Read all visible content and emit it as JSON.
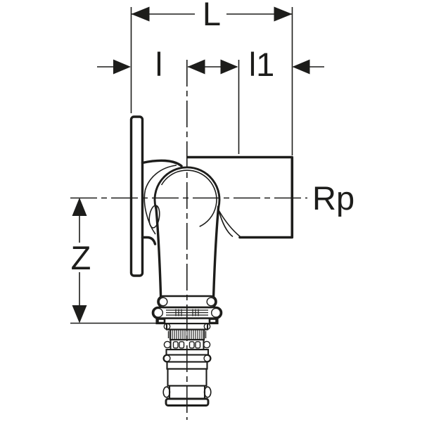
{
  "diagram": {
    "labels": {
      "L": "L",
      "l": "l",
      "l1": "l1",
      "Z": "Z",
      "Rp": "Rp"
    },
    "colors": {
      "line": "#1d1d1b",
      "background": "#ffffff"
    }
  }
}
